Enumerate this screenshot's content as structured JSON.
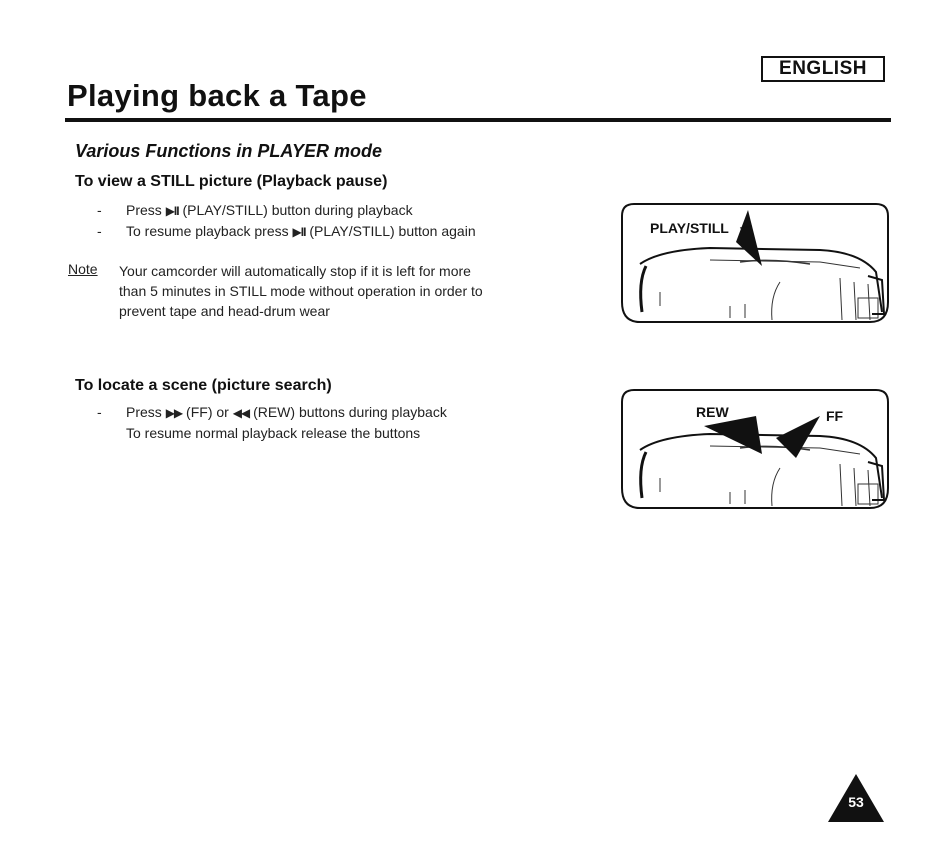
{
  "header": {
    "language_badge": "ENGLISH",
    "title": "Playing back a Tape"
  },
  "section": {
    "title": "Various Functions in PLAYER mode"
  },
  "still_picture": {
    "heading": "To view a STILL picture (Playback pause)",
    "bullets": [
      {
        "dash": "-",
        "before": "Press",
        "glyph": "▶II",
        "after": "(PLAY/STILL) button during playback"
      },
      {
        "dash": "-",
        "before": "To resume playback press",
        "glyph": "▶II",
        "after": "(PLAY/STILL) button again"
      }
    ],
    "note": {
      "label": "Note",
      "lines": [
        "Your camcorder will automatically stop if it is left for more",
        "than 5 minutes in STILL mode without operation in order to",
        "prevent tape and head-drum wear"
      ]
    },
    "illustration": {
      "callout": "PLAY/STILL"
    }
  },
  "picture_search": {
    "heading": "To locate a scene (picture search)",
    "bullets": [
      {
        "dash": "-",
        "before": "Press",
        "glyph_ff": "▶▶",
        "mid1": "(FF) or",
        "glyph_rew": "◀◀",
        "after": "(REW) buttons during playback"
      },
      {
        "dash": "",
        "text": "To resume normal playback release the buttons"
      }
    ],
    "illustration": {
      "callout_left": "REW",
      "callout_right": "FF"
    }
  },
  "footer": {
    "page_number": "53"
  }
}
